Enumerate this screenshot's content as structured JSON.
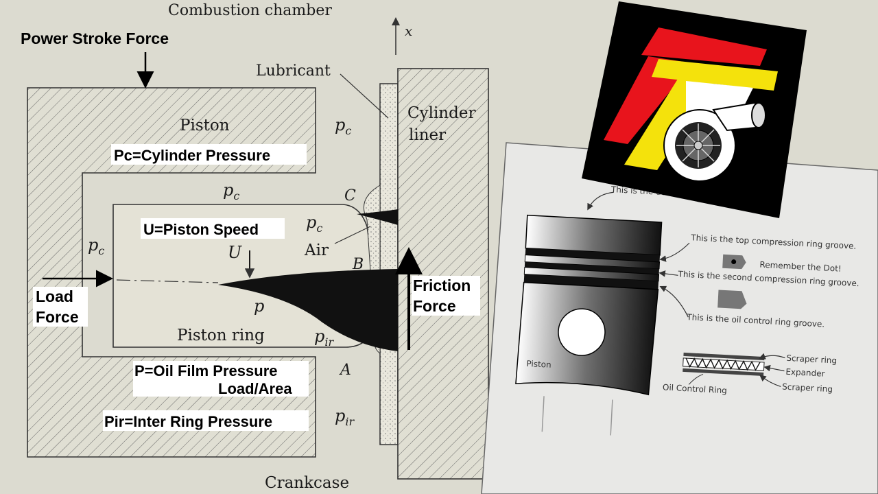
{
  "left_diagram": {
    "combustion_chamber": "Combustion chamber",
    "axis_x": "x",
    "power_stroke_force": "Power Stroke Force",
    "lubricant": "Lubricant",
    "piston": "Piston",
    "pc_definition": "Pc=Cylinder Pressure",
    "cylinder": "Cylinder",
    "liner": "liner",
    "p_c": "p",
    "p_c_sub": "c",
    "p_ir_sub": "ir",
    "point_c": "C",
    "point_b": "B",
    "point_a": "A",
    "u_definition": "U=Piston Speed",
    "u": "U",
    "air": "Air",
    "p": "p",
    "load": "Load",
    "force": "Force",
    "friction": "Friction",
    "friction_force": "Force",
    "piston_ring": "Piston ring",
    "p_definition": "P=Oil Film Pressure",
    "load_area": "Load/Area",
    "pir_definition": "Pir=Inter Ring Pressure",
    "crankcase": "Crankcase"
  },
  "right_diagram": {
    "dome": "This is the dome.",
    "top_groove": "This is the top compression ring groove.",
    "dot_note": "Remember the Dot!",
    "second_groove": "This is the second compression ring groove.",
    "oil_groove": "This is the oil control ring groove.",
    "piston": "Piston",
    "scraper_ring_top": "Scraper ring",
    "expander": "Expander",
    "scraper_ring_bottom": "Scraper ring",
    "oil_control_ring": "Oil Control Ring"
  },
  "colors": {
    "logo_red": "#e8141c",
    "logo_yellow": "#f4e20c",
    "logo_black": "#000000"
  }
}
